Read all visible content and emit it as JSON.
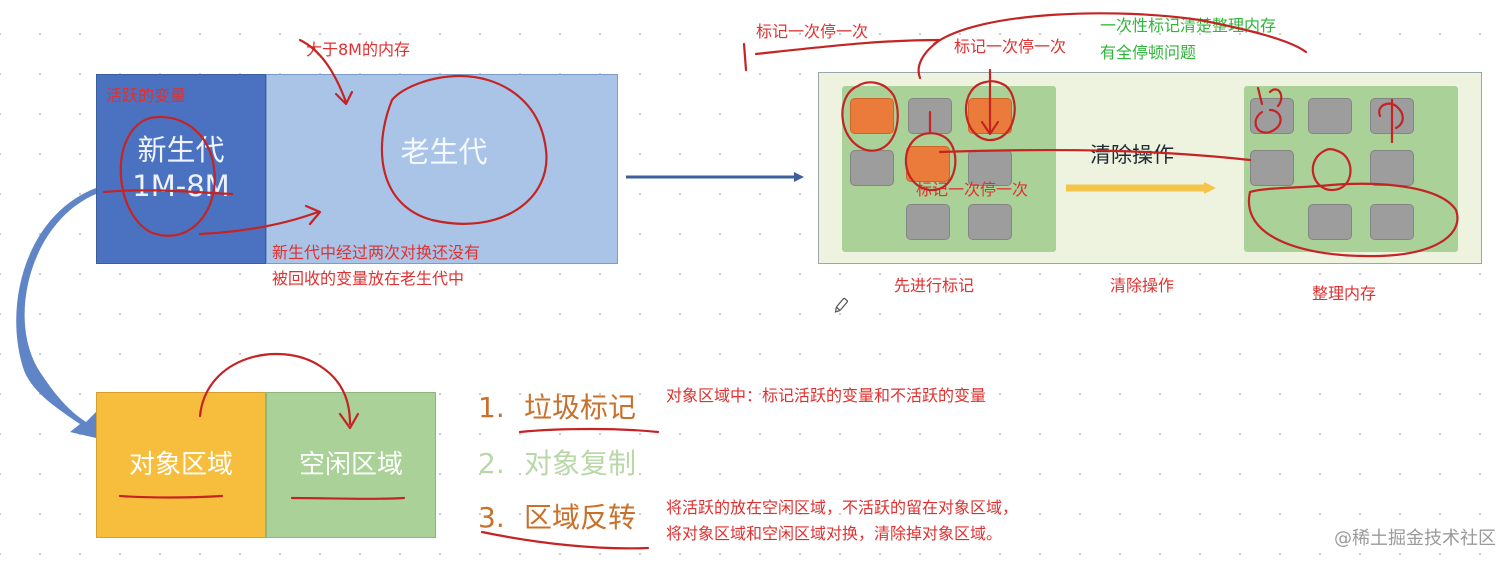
{
  "generations": {
    "young_label_line1": "新生代",
    "young_label_line2": "1M-8M",
    "old_label": "老生代",
    "note_active": "活跃的变量",
    "note_large": "大于8M的内存",
    "note_promote_line1": "新生代中经过两次对换还没有",
    "note_promote_line2": "被回收的变量放在老生代中"
  },
  "mark_sweep": {
    "note_incremental_1": "标记一次停一次",
    "note_incremental_2": "标记一次停一次",
    "note_incremental_3": "标记一次停一次",
    "note_full_line1": "一次性标记清楚整理内存",
    "note_full_line2": "有全停顿问题",
    "inner_label": "清除操作",
    "caption_mark": "先进行标记",
    "caption_sweep": "清除操作",
    "caption_compact": "整理内存"
  },
  "semi_space": {
    "from_label": "对象区域",
    "to_label": "空闲区域"
  },
  "steps": [
    {
      "num": "1.",
      "label": "垃圾标记",
      "note": "对象区域中：标记活跃的变量和不活跃的变量"
    },
    {
      "num": "2.",
      "label": "对象复制"
    },
    {
      "num": "3.",
      "label": "区域反转",
      "note_line1": "将活跃的放在空闲区域，不活跃的留在对象区域，",
      "note_line2": "将对象区域和空闲区域对换，清除掉对象区域。"
    }
  ],
  "watermark": "@稀土掘金技术社区",
  "colors": {
    "young_gen": "#4a72c0",
    "old_gen": "#a9c4e6",
    "object_space": "#f7bd3c",
    "free_space": "#a9d198",
    "live_object": "#ea7b3a",
    "dead_object": "#9d9d9d",
    "annotation_red": "#e03030",
    "annotation_green": "#2fb53a",
    "sweep_arrow": "#f4c54a",
    "flow_arrow": "#3d5f9e"
  }
}
